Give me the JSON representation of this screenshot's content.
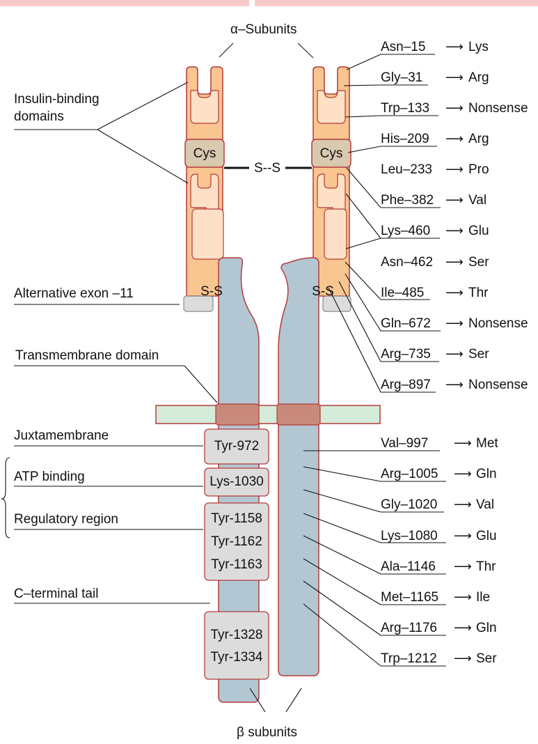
{
  "header": {
    "alpha": "α–Subunits",
    "beta": "β subunits"
  },
  "left_labels": {
    "insulin_binding": [
      "Insulin-binding",
      "domains"
    ],
    "alt_exon": "Alternative exon –11",
    "transmembrane": "Transmembrane domain",
    "juxtamembrane": "Juxtamembrane",
    "atp_binding": "ATP binding",
    "regulatory": "Regulatory region",
    "cterm": "C–terminal tail"
  },
  "boxes": {
    "cys": "Cys",
    "ss_bridge": "S--S",
    "ss_left": "S-S",
    "ss_right": "S-S",
    "tyr972": "Tyr-972",
    "lys1030": "Lys-1030",
    "reg": [
      "Tyr-1158",
      "Tyr-1162",
      "Tyr-1163"
    ],
    "tail": [
      "Tyr-1328",
      "Tyr-1334"
    ]
  },
  "alpha_mutations": [
    {
      "from": "Asn–15",
      "to": "Lys"
    },
    {
      "from": "Gly–31",
      "to": "Arg"
    },
    {
      "from": "Trp–133",
      "to": "Nonsense"
    },
    {
      "from": "His–209",
      "to": "Arg"
    },
    {
      "from": "Leu–233",
      "to": "Pro"
    },
    {
      "from": "Phe–382",
      "to": "Val"
    },
    {
      "from": "Lys–460",
      "to": "Glu"
    },
    {
      "from": "Asn–462",
      "to": "Ser"
    },
    {
      "from": "Ile–485",
      "to": "Thr"
    },
    {
      "from": "Gln–672",
      "to": "Nonsense"
    },
    {
      "from": "Arg–735",
      "to": "Ser"
    },
    {
      "from": "Arg–897",
      "to": "Nonsense"
    }
  ],
  "beta_mutations": [
    {
      "from": "Val–997",
      "to": "Met"
    },
    {
      "from": "Arg–1005",
      "to": "Gln"
    },
    {
      "from": "Gly–1020",
      "to": "Val"
    },
    {
      "from": "Lys–1080",
      "to": "Glu"
    },
    {
      "from": "Ala–1146",
      "to": "Thr"
    },
    {
      "from": "Met–1165",
      "to": "Ile"
    },
    {
      "from": "Arg–1176",
      "to": "Gln"
    },
    {
      "from": "Trp–1212",
      "to": "Ser"
    }
  ],
  "colors": {
    "alpha_fill": "#f9c590",
    "alpha_inner": "#fde0c5",
    "alpha_stroke": "#b43a3a",
    "cys_fill": "#d9c9ae",
    "beta_fill": "#b3c7d3",
    "membrane": "#d4ecd9",
    "membrane_band": "#c98a7c",
    "grey_box": "#dcdcdc"
  }
}
